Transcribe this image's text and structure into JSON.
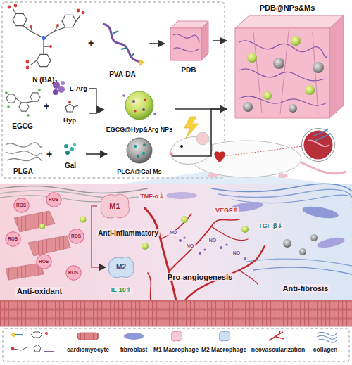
{
  "diagram": {
    "nodes": [
      {
        "text": [
          "N (BA)₃"
        ]
      },
      {
        "text": [
          "PVA-DA"
        ]
      },
      {
        "text": [
          "PDB"
        ]
      },
      {
        "text": [
          "PDB@NPs&Ms"
        ]
      },
      {
        "text": [
          "EGCG"
        ]
      },
      {
        "text": [
          "L-Arg"
        ]
      },
      {
        "text": [
          "Hyp"
        ]
      },
      {
        "text": [
          "EGCG@Hyp&Arg NPs"
        ]
      },
      {
        "text": [
          "PLGA"
        ]
      },
      {
        "text": [
          "Gal"
        ]
      },
      {
        "text": [
          "PLGA@Gal Ms"
        ]
      },
      {
        "text": [
          "ROS"
        ]
      },
      {
        "text": [
          "ROS"
        ]
      },
      {
        "text": [
          "ROS"
        ]
      },
      {
        "text": [
          "ROS"
        ]
      },
      {
        "text": [
          "ROS"
        ]
      },
      {
        "text": [
          "ROS"
        ]
      },
      {
        "text": [
          "M1"
        ]
      },
      {
        "text": [
          "M2"
        ]
      }
    ],
    "edges": [
      {
        "from": 1,
        "to": 2,
        "arrow": "to"
      },
      {
        "from": 2,
        "to": 3,
        "arrow": "to"
      },
      {
        "from": 5,
        "to": 7,
        "arrow": "to"
      },
      {
        "from": 6,
        "to": 7,
        "arrow": "to"
      },
      {
        "from": 9,
        "to": 10,
        "arrow": "to"
      },
      {
        "from": 7,
        "to": 3,
        "arrow": "to"
      },
      {
        "from": 10,
        "to": 3,
        "arrow": "to"
      },
      {
        "from": 17,
        "to": 18,
        "arrow": "to"
      }
    ],
    "labels": [
      "+",
      "+",
      "+",
      "Anti-oxidant",
      "TNF-α⇓",
      "Anti-inflammatory",
      "IL-10⇑",
      "VEGF⇑",
      "NO",
      "NO",
      "NO",
      "NO",
      "Pro-angiogenesis",
      "TGF-β⇓",
      "Anti-fibrosis"
    ],
    "legend": [
      {
        "text": "cardiomyocyte"
      },
      {
        "text": "fibroblast"
      },
      {
        "text": "M1 Macrophage"
      },
      {
        "text": "M2 Macrophage"
      },
      {
        "text": "neovascularization"
      },
      {
        "text": "collagen"
      }
    ]
  }
}
